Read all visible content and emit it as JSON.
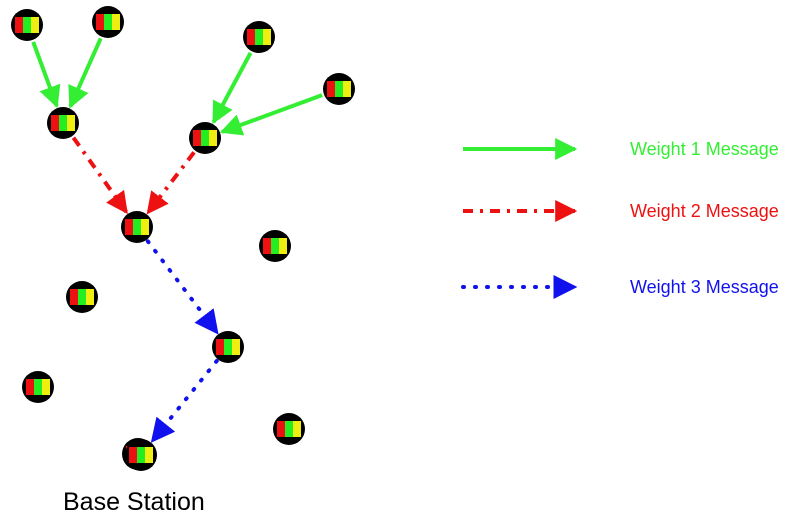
{
  "legend": {
    "weight1": {
      "label": "Weight 1 Message",
      "color": "#33ee33",
      "style": "solid"
    },
    "weight2": {
      "label": "Weight 2 Message",
      "color": "#ee1111",
      "style": "dash-dot"
    },
    "weight3": {
      "label": "Weight 3 Message",
      "color": "#1111ee",
      "style": "dotted"
    }
  },
  "base_station": {
    "label": "Base Station"
  },
  "node_colors": {
    "body": "#000000",
    "left": "#ee1111",
    "middle": "#22ee22",
    "right": "#eeee11"
  },
  "nodes": [
    {
      "id": "n1"
    },
    {
      "id": "n2"
    },
    {
      "id": "n3"
    },
    {
      "id": "n4"
    },
    {
      "id": "n5"
    },
    {
      "id": "n6"
    },
    {
      "id": "n7"
    },
    {
      "id": "n8"
    },
    {
      "id": "n9"
    },
    {
      "id": "n10"
    },
    {
      "id": "n11"
    },
    {
      "id": "n12"
    },
    {
      "id": "n13"
    },
    {
      "id": "n14"
    }
  ],
  "links": [
    {
      "from": "n1",
      "to": "n3",
      "weight": 1
    },
    {
      "from": "n2",
      "to": "n3",
      "weight": 1
    },
    {
      "from": "n4",
      "to": "n6",
      "weight": 1
    },
    {
      "from": "n5",
      "to": "n6",
      "weight": 1
    },
    {
      "from": "n3",
      "to": "n7",
      "weight": 2
    },
    {
      "from": "n6",
      "to": "n7",
      "weight": 2
    },
    {
      "from": "n7",
      "to": "n10",
      "weight": 3
    },
    {
      "from": "n10",
      "to": "n14",
      "weight": 3
    }
  ]
}
